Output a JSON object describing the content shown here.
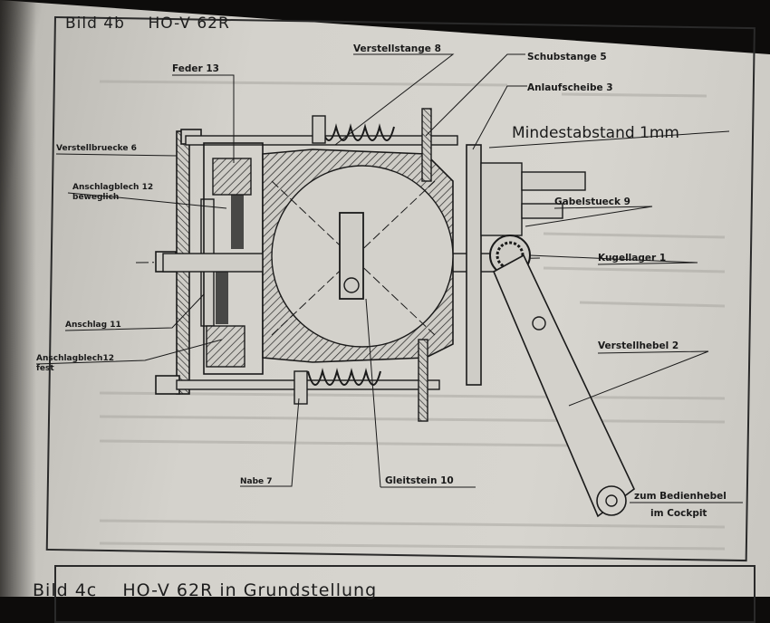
{
  "figure_b": {
    "caption": "Bild 4b    HO-V 62R"
  },
  "figure_c": {
    "caption": "Bild 4c    HO-V 62R in Grundstellung"
  },
  "labels": {
    "feder": "Feder 13",
    "verstellstange": "Verstellstange 8",
    "schubstange": "Schubstange 5",
    "anlaufscheibe": "Anlaufscheibe 3",
    "mindestabstand": "Mindestabstand 1mm",
    "verstellbruecke": "Verstellbruecke 6",
    "anschlagblech_beweglich_1": "Anschlagblech 12",
    "anschlagblech_beweglich_2": "beweglich",
    "gabelstueck": "Gabelstueck 9",
    "kugellager": "Kugellager 1",
    "anschlag": "Anschlag 11",
    "anschlagblech_fest_1": "Anschlagblech12",
    "anschlagblech_fest_2": "fest",
    "verstellhebel": "Verstellhebel 2",
    "nabe": "Nabe 7",
    "gleitstein": "Gleitstein 10",
    "bedienhebel_1": "zum Bedienhebel",
    "bedienhebel_2": "im Cockpit"
  },
  "colors": {
    "ink": "#1a1a1a",
    "paper": "#d5d3cd",
    "bleed_through": "#a9a7a2"
  }
}
